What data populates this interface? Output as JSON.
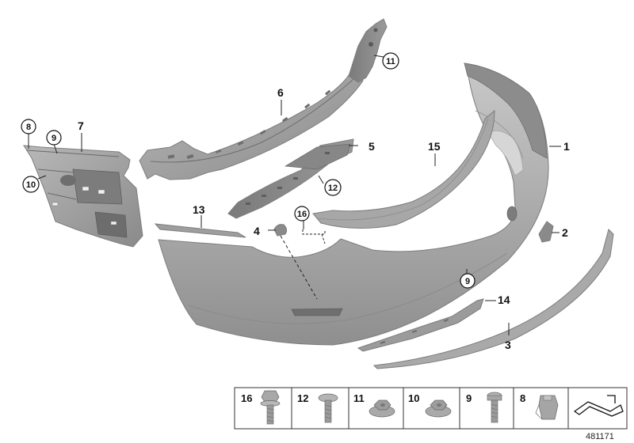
{
  "callouts": {
    "c1": "1",
    "c2": "2",
    "c3": "3",
    "c4": "4",
    "c5": "5",
    "c6": "6",
    "c7": "7",
    "c8": "8",
    "c9a": "9",
    "c9b": "9",
    "c10": "10",
    "c11": "11",
    "c12": "12",
    "c13": "13",
    "c14": "14",
    "c15": "15",
    "c16": "16"
  },
  "legend": {
    "items": [
      {
        "label": "16",
        "icon": "screw-with-collar-icon"
      },
      {
        "label": "12",
        "icon": "flat-head-screw-icon"
      },
      {
        "label": "11",
        "icon": "hex-nut-with-washer-icon"
      },
      {
        "label": "10",
        "icon": "hex-nut-with-washer-icon"
      },
      {
        "label": "9",
        "icon": "torx-screw-icon"
      },
      {
        "label": "8",
        "icon": "clip-nut-icon"
      }
    ],
    "direction_icon": "direction-arrow-icon"
  },
  "reference_number": "481171"
}
